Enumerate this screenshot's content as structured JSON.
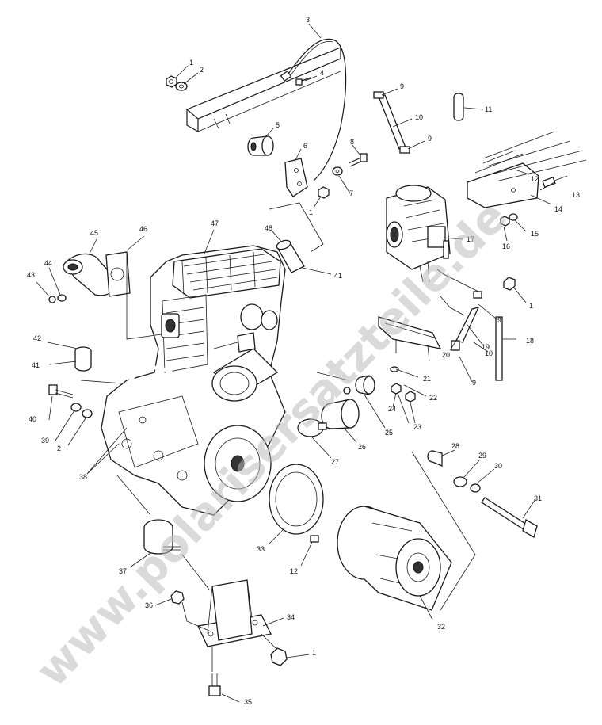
{
  "watermark": "www.polarisersatzteile.de",
  "callouts": [
    {
      "id": "c1a",
      "text": "1"
    },
    {
      "id": "c2a",
      "text": "2"
    },
    {
      "id": "c3",
      "text": "3"
    },
    {
      "id": "c4",
      "text": "4"
    },
    {
      "id": "c5",
      "text": "5"
    },
    {
      "id": "c6",
      "text": "6"
    },
    {
      "id": "c7",
      "text": "7"
    },
    {
      "id": "c8",
      "text": "8"
    },
    {
      "id": "c1b",
      "text": "1"
    },
    {
      "id": "c9a",
      "text": "9"
    },
    {
      "id": "c10a",
      "text": "10"
    },
    {
      "id": "c9b",
      "text": "9"
    },
    {
      "id": "c11",
      "text": "11"
    },
    {
      "id": "c12a",
      "text": "12"
    },
    {
      "id": "c13",
      "text": "13"
    },
    {
      "id": "c14",
      "text": "14"
    },
    {
      "id": "c15",
      "text": "15"
    },
    {
      "id": "c16",
      "text": "16"
    },
    {
      "id": "c17",
      "text": "17"
    },
    {
      "id": "c1c",
      "text": "1"
    },
    {
      "id": "c9c",
      "text": "9"
    },
    {
      "id": "c10b",
      "text": "10"
    },
    {
      "id": "c18",
      "text": "18"
    },
    {
      "id": "c19",
      "text": "19"
    },
    {
      "id": "c20",
      "text": "20"
    },
    {
      "id": "c9d",
      "text": "9"
    },
    {
      "id": "c21",
      "text": "21"
    },
    {
      "id": "c22",
      "text": "22"
    },
    {
      "id": "c24",
      "text": "24"
    },
    {
      "id": "c23",
      "text": "23"
    },
    {
      "id": "c25",
      "text": "25"
    },
    {
      "id": "c26",
      "text": "26"
    },
    {
      "id": "c27",
      "text": "27"
    },
    {
      "id": "c28",
      "text": "28"
    },
    {
      "id": "c29",
      "text": "29"
    },
    {
      "id": "c30",
      "text": "30"
    },
    {
      "id": "c31",
      "text": "31"
    },
    {
      "id": "c32",
      "text": "32"
    },
    {
      "id": "c33",
      "text": "33"
    },
    {
      "id": "c12b",
      "text": "12"
    },
    {
      "id": "c34",
      "text": "34"
    },
    {
      "id": "c1d",
      "text": "1"
    },
    {
      "id": "c35",
      "text": "35"
    },
    {
      "id": "c36",
      "text": "36"
    },
    {
      "id": "c37",
      "text": "37"
    },
    {
      "id": "c38",
      "text": "38"
    },
    {
      "id": "c2b",
      "text": "2"
    },
    {
      "id": "c39",
      "text": "39"
    },
    {
      "id": "c40",
      "text": "40"
    },
    {
      "id": "c41a",
      "text": "41"
    },
    {
      "id": "c42",
      "text": "42"
    },
    {
      "id": "c43",
      "text": "43"
    },
    {
      "id": "c44",
      "text": "44"
    },
    {
      "id": "c45",
      "text": "45"
    },
    {
      "id": "c46",
      "text": "46"
    },
    {
      "id": "c47",
      "text": "47"
    },
    {
      "id": "c48",
      "text": "48"
    },
    {
      "id": "c41b",
      "text": "41"
    }
  ]
}
